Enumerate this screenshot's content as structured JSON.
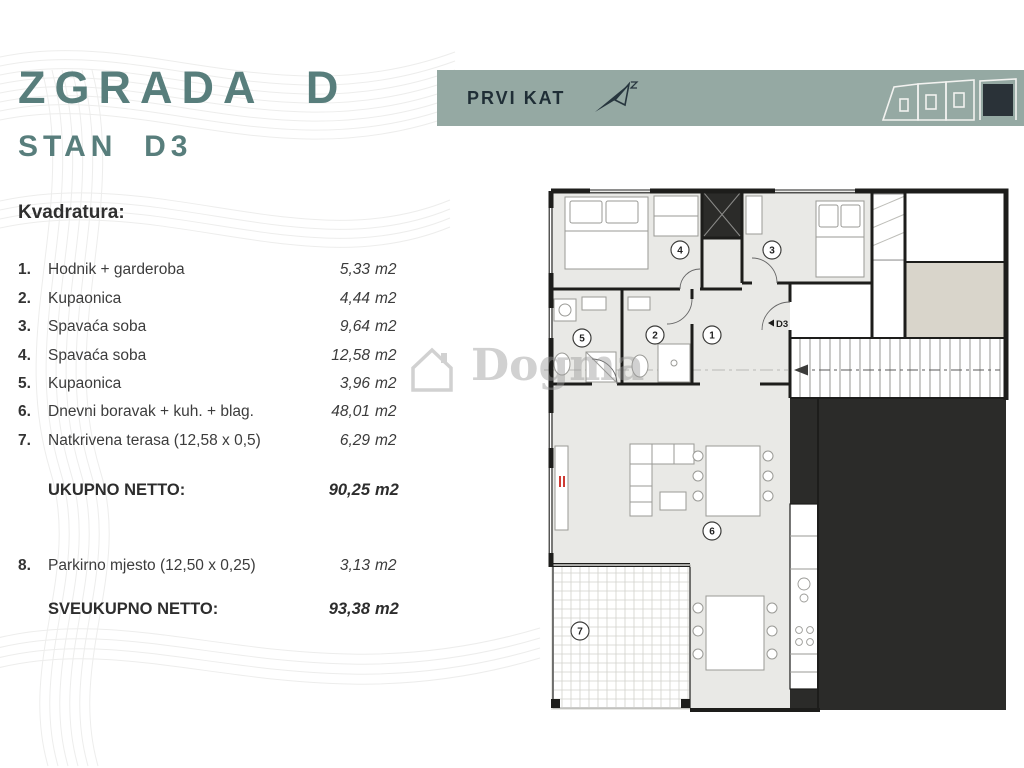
{
  "page": {
    "building_title": "ZGRADA  D",
    "unit_title": "STAN  D3",
    "section_title": "Kvadratura:",
    "watermark": "Dogma"
  },
  "header_bar": {
    "floor_label": "PRVI KAT"
  },
  "area_table": {
    "rows": [
      {
        "num": "1.",
        "label": "Hodnik + garderoba",
        "value": "5,33",
        "unit": "m2"
      },
      {
        "num": "2.",
        "label": "Kupaonica",
        "value": "4,44",
        "unit": "m2"
      },
      {
        "num": "3.",
        "label": "Spavaća soba",
        "value": "9,64",
        "unit": "m2"
      },
      {
        "num": "4.",
        "label": "Spavaća soba",
        "value": "12,58",
        "unit": "m2"
      },
      {
        "num": "5.",
        "label": "Kupaonica",
        "value": "3,96",
        "unit": "m2"
      },
      {
        "num": "6.",
        "label": "Dnevni boravak + kuh. + blag.",
        "value": "48,01",
        "unit": "m2"
      },
      {
        "num": "7.",
        "label": "Natkrivena terasa (12,58 x 0,5)",
        "value": "6,29",
        "unit": "m2"
      }
    ],
    "subtotal": {
      "label": "UKUPNO NETTO:",
      "value": "90,25",
      "unit": "m2"
    },
    "parking": {
      "num": "8.",
      "label": "Parkirno mjesto (12,50 x 0,25)",
      "value": "3,13",
      "unit": "m2"
    },
    "total": {
      "label": "SVEUKUPNO NETTO:",
      "value": "93,38",
      "unit": "m2"
    }
  },
  "floorplan": {
    "unit_label": "D3",
    "room_numbers": [
      "1",
      "2",
      "3",
      "4",
      "5",
      "6",
      "7"
    ]
  },
  "colors": {
    "accent_teal": "#587e7c",
    "bar_background": "#95a9a3",
    "bar_text": "#1f2e36",
    "wall_black": "#1d1d1b",
    "floor_gray": "#e9e9e6",
    "neighbor_black": "#2b2b29",
    "stair_beige": "#d9d5cb",
    "accent_red": "#cf3b33"
  }
}
